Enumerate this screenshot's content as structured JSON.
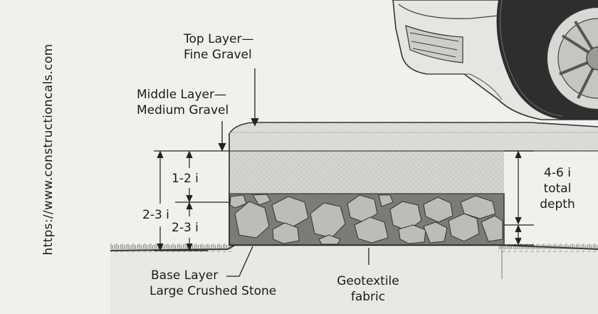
{
  "watermark": {
    "url": "https://www.constructioncals.com"
  },
  "labels": {
    "top_layer_line1": "Top Layer—",
    "top_layer_line2": "Fine Gravel",
    "middle_layer_line1": "Middle Layer—",
    "middle_layer_line2": "Medium Gravel",
    "base_layer_line1": "Base Layer",
    "base_layer_line2": "Large Crushed Stone",
    "geotextile_line1": "Geotextile",
    "geotextile_line2": "fabric"
  },
  "dimensions": {
    "top_layers_depth": "1-2 i",
    "base_layer_depth": "2-3 i",
    "outer_depth": "2-3 i",
    "total_line1": "4-6 i",
    "total_line2": "total",
    "total_line3": "depth"
  },
  "colors": {
    "ink": "#1c1c1c",
    "background": "#f1f0ec",
    "fine_gravel": "#dcdbd6",
    "medium_gravel": "#d2d1cc",
    "stone": "#b9b8b3",
    "car_body": "#e7e6e2",
    "tire": "#2c2c2c"
  }
}
